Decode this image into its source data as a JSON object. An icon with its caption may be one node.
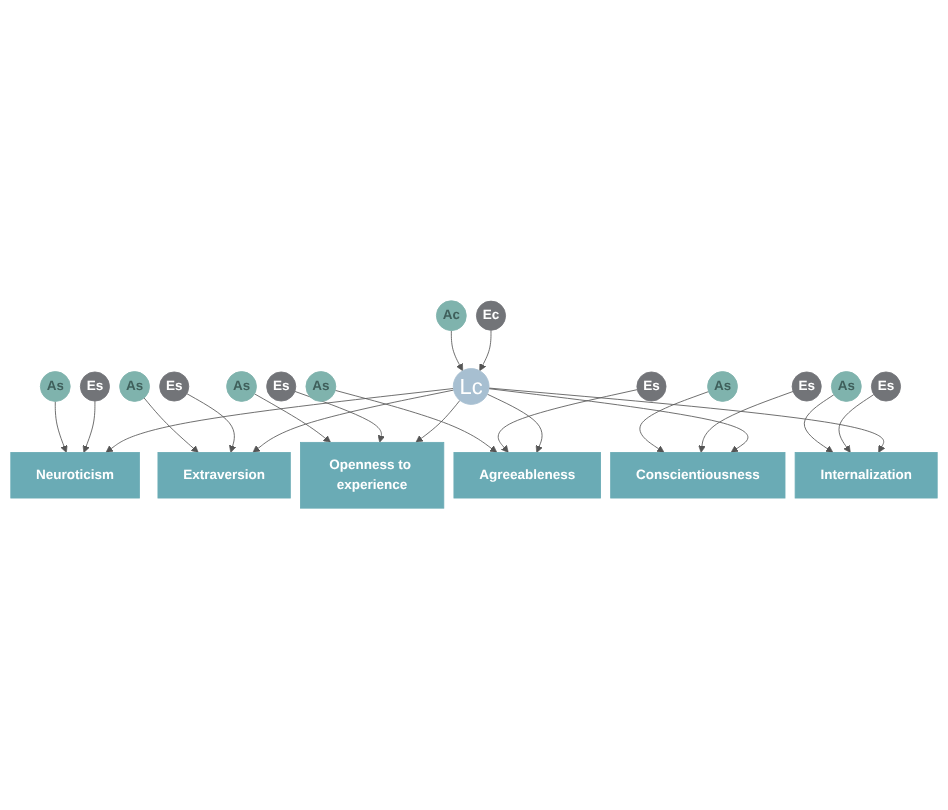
{
  "diagram": {
    "nodes": [
      {
        "text": [
          "As"
        ]
      },
      {
        "text": [
          "Es"
        ]
      },
      {
        "text": [
          "As"
        ]
      },
      {
        "text": [
          "Es"
        ]
      },
      {
        "text": [
          "As"
        ]
      },
      {
        "text": [
          "Es"
        ]
      },
      {
        "text": [
          "As"
        ]
      },
      {
        "text": [
          "Es"
        ]
      },
      {
        "text": [
          "As"
        ]
      },
      {
        "text": [
          "Es"
        ]
      },
      {
        "text": [
          "As"
        ]
      },
      {
        "text": [
          "Es"
        ]
      },
      {
        "text": [
          "Neuroticism"
        ]
      },
      {
        "text": [
          "Extraversion"
        ]
      },
      {
        "text": [
          "Openness to experience"
        ]
      },
      {
        "text": [
          "Agreeableness"
        ]
      },
      {
        "text": [
          "Conscientiousness"
        ]
      },
      {
        "text": [
          "Internalization"
        ]
      },
      {
        "text": [
          "Lc"
        ]
      },
      {
        "text": [
          "Ac"
        ]
      },
      {
        "text": [
          "Ec"
        ]
      }
    ],
    "edges": [
      {
        "from": 0,
        "to": 12,
        "arrow": "to"
      },
      {
        "from": 1,
        "to": 12,
        "arrow": "to"
      },
      {
        "from": 2,
        "to": 13,
        "arrow": "to"
      },
      {
        "from": 3,
        "to": 13,
        "arrow": "to"
      },
      {
        "from": 4,
        "to": 14,
        "arrow": "to"
      },
      {
        "from": 5,
        "to": 14,
        "arrow": "to"
      },
      {
        "from": 6,
        "to": 15,
        "arrow": "to"
      },
      {
        "from": 7,
        "to": 15,
        "arrow": "to"
      },
      {
        "from": 8,
        "to": 16,
        "arrow": "to"
      },
      {
        "from": 9,
        "to": 16,
        "arrow": "to"
      },
      {
        "from": 10,
        "to": 17,
        "arrow": "to"
      },
      {
        "from": 11,
        "to": 17,
        "arrow": "to"
      },
      {
        "from": 18,
        "to": 12,
        "arrow": "to"
      },
      {
        "from": 18,
        "to": 13,
        "arrow": "to"
      },
      {
        "from": 18,
        "to": 14,
        "arrow": "to"
      },
      {
        "from": 18,
        "to": 15,
        "arrow": "to"
      },
      {
        "from": 18,
        "to": 16,
        "arrow": "to"
      },
      {
        "from": 18,
        "to": 17,
        "arrow": "to"
      },
      {
        "from": 19,
        "to": 18,
        "arrow": "to"
      },
      {
        "from": 20,
        "to": 18,
        "arrow": "to"
      }
    ]
  }
}
